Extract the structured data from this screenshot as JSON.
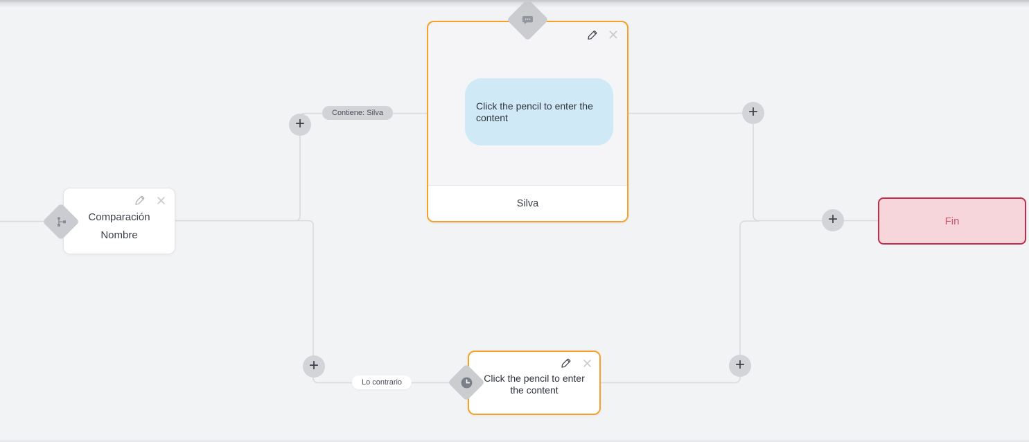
{
  "colors": {
    "canvas_bg": "#f2f3f5",
    "edge_line": "#d9dade",
    "accent_orange": "#f5a028",
    "bubble_blue": "#cfe9f7",
    "end_bg": "#f6d6db",
    "end_border": "#c22b49",
    "end_text": "#c5566c",
    "pill_gray": "#d2d3d7",
    "diamond_gray": "#cbccd0"
  },
  "nodes": {
    "condition": {
      "icon": "branch-icon",
      "title_line1": "Comparación",
      "title_line2": "Nombre"
    },
    "message": {
      "icon": "chat-icon",
      "body_placeholder": "Click the pencil to enter the content",
      "footer_label": "Silva"
    },
    "delay": {
      "icon": "clock-icon",
      "body_placeholder": "Click the pencil to enter the content"
    },
    "end": {
      "label": "Fin"
    }
  },
  "edges": [
    {
      "label": "Contiene: Silva"
    },
    {
      "label": "Lo contrario"
    }
  ],
  "controls": {
    "add_label": "+",
    "edit_icon": "pencil-icon",
    "delete_icon": "x-icon"
  }
}
